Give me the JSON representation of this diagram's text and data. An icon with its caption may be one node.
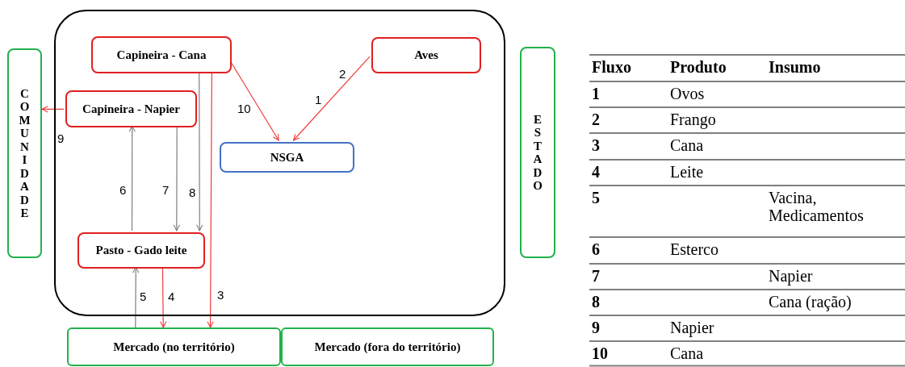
{
  "diagram": {
    "nodes": [
      {
        "text": [],
        "shape": "box"
      },
      {
        "text": [
          "Capineira - Cana"
        ],
        "in": 0
      },
      {
        "text": [
          "Aves"
        ],
        "in": 0
      },
      {
        "text": [
          "Capineira - Napier"
        ],
        "in": 0
      },
      {
        "text": [
          "NSGA"
        ],
        "in": 0
      },
      {
        "text": [
          "Pasto - Gado leite"
        ],
        "in": 0
      },
      {
        "text": [
          "COMUNIDADE"
        ]
      },
      {
        "text": [
          "ESTADO"
        ]
      },
      {
        "text": [
          "Mercado (no território)"
        ]
      },
      {
        "text": [
          "Mercado (fora do território)"
        ]
      }
    ],
    "edges": [
      {
        "from": 2,
        "to": 4,
        "arrow": "to",
        "label": "1"
      },
      {
        "from": 1,
        "to": 4,
        "arrow": "to",
        "label": "10"
      },
      {
        "from": 3,
        "to": 6,
        "arrow": "to",
        "label": "9"
      },
      {
        "from": 5,
        "to": 3,
        "arrow": "to",
        "label": "6",
        "color": "#7f7f7f"
      },
      {
        "from": 3,
        "to": 5,
        "arrow": "to",
        "label": "7",
        "color": "#7f7f7f"
      },
      {
        "from": 1,
        "to": 5,
        "arrow": "to",
        "label": "8",
        "color": "#7f7f7f"
      },
      {
        "from": 1,
        "to": 8,
        "arrow": "to",
        "label": "3"
      },
      {
        "from": 5,
        "to": 8,
        "arrow": "to",
        "label": "4"
      },
      {
        "from": 8,
        "to": 5,
        "arrow": "to",
        "label": "5",
        "color": "#7f7f7f"
      }
    ],
    "labels": [
      "2",
      "Fluxo",
      "Produto",
      "Insumo",
      "1",
      "Ovos",
      "2",
      "Frango",
      "3",
      "Cana",
      "4",
      "Leite",
      "5",
      "Vacina, Medicamentos",
      "6",
      "Esterco",
      "7",
      "Napier",
      "8",
      "Cana (ração)",
      "9",
      "Napier",
      "10",
      "Cana"
    ]
  }
}
